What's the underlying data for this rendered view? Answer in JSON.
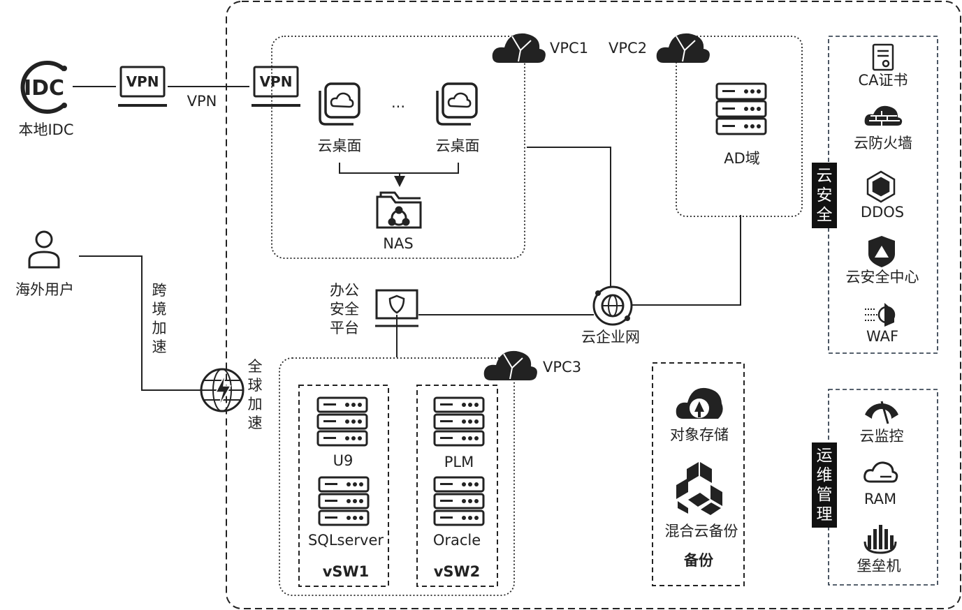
{
  "onprem": {
    "idc_label": "本地IDC",
    "idc_logo_text": "IDC",
    "vpn_box_text": "VPN",
    "vpn_line_label": "VPN"
  },
  "overseas": {
    "user_label": "海外用户",
    "cross_border_label": "跨境加速",
    "global_accel_label": "全球加速"
  },
  "vpc1": {
    "name": "VPC1",
    "vpn_box_text": "VPN",
    "desktop_a": "云桌面",
    "desktop_b": "云桌面",
    "ellipsis": "...",
    "nas": "NAS"
  },
  "vpc2": {
    "name": "VPC2",
    "ad": "AD域"
  },
  "cen": {
    "label": "云企业网"
  },
  "office": {
    "label": "办公安全平台"
  },
  "vpc3": {
    "name": "VPC3",
    "vsw1": {
      "name": "vSW1",
      "server_a": "U9",
      "server_b": "SQLserver"
    },
    "vsw2": {
      "name": "vSW2",
      "server_a": "PLM",
      "server_b": "Oracle"
    }
  },
  "backup": {
    "title": "备份",
    "object_storage": "对象存储",
    "hybrid_backup": "混合云备份"
  },
  "security": {
    "title": "云安全",
    "items": [
      "CA证书",
      "云防火墙",
      "DDOS",
      "云安全中心",
      "WAF"
    ]
  },
  "ops": {
    "title": "运维管理",
    "items": [
      "云监控",
      "RAM",
      "堡垒机"
    ]
  }
}
